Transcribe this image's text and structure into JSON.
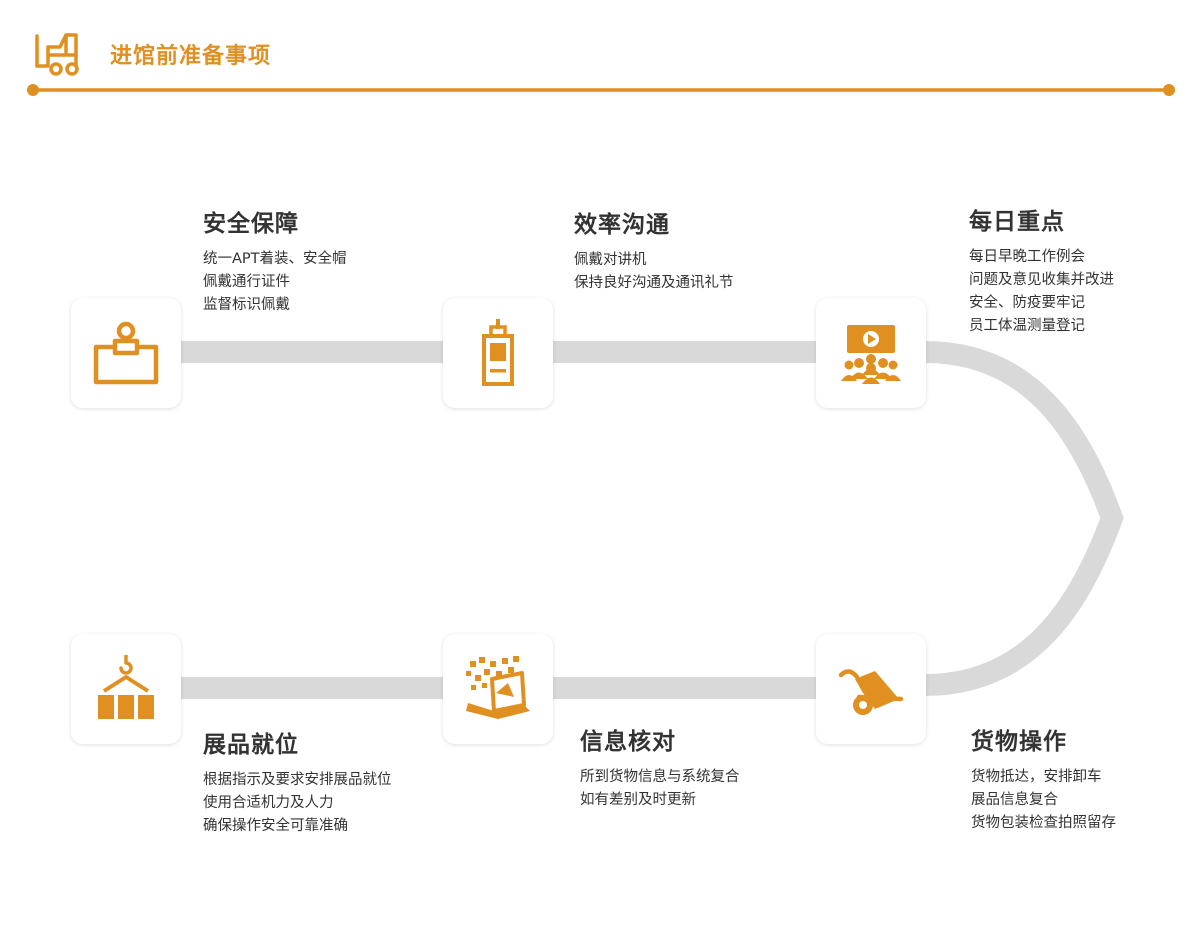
{
  "header": {
    "title": "进馆前准备事项",
    "icon": "forklift-icon"
  },
  "colors": {
    "accent": "#e09020",
    "connector": "#d9d9d9"
  },
  "steps": [
    {
      "title": "安全保障",
      "icon": "safety-badge-icon",
      "lines": [
        "统一APT着装、安全帽",
        "佩戴通行证件",
        "监督标识佩戴"
      ]
    },
    {
      "title": "效率沟通",
      "icon": "walkie-talkie-icon",
      "lines": [
        "佩戴对讲机",
        "保持良好沟通及通讯礼节"
      ]
    },
    {
      "title": "每日重点",
      "icon": "meeting-presentation-icon",
      "lines": [
        "每日早晚工作例会",
        "问题及意见收集并改进",
        "安全、防疫要牢记",
        "员工体温测量登记"
      ]
    },
    {
      "title": "货物操作",
      "icon": "hand-truck-icon",
      "lines": [
        "货物抵达，安排卸车",
        "展品信息复合",
        "货物包装检查拍照留存"
      ]
    },
    {
      "title": "信息核对",
      "icon": "laptop-data-icon",
      "lines": [
        "所到货物信息与系统复合",
        "如有差别及时更新"
      ]
    },
    {
      "title": "展品就位",
      "icon": "crane-boxes-icon",
      "lines": [
        "根据指示及要求安排展品就位",
        "使用合适机力及人力",
        "确保操作安全可靠准确"
      ]
    }
  ]
}
